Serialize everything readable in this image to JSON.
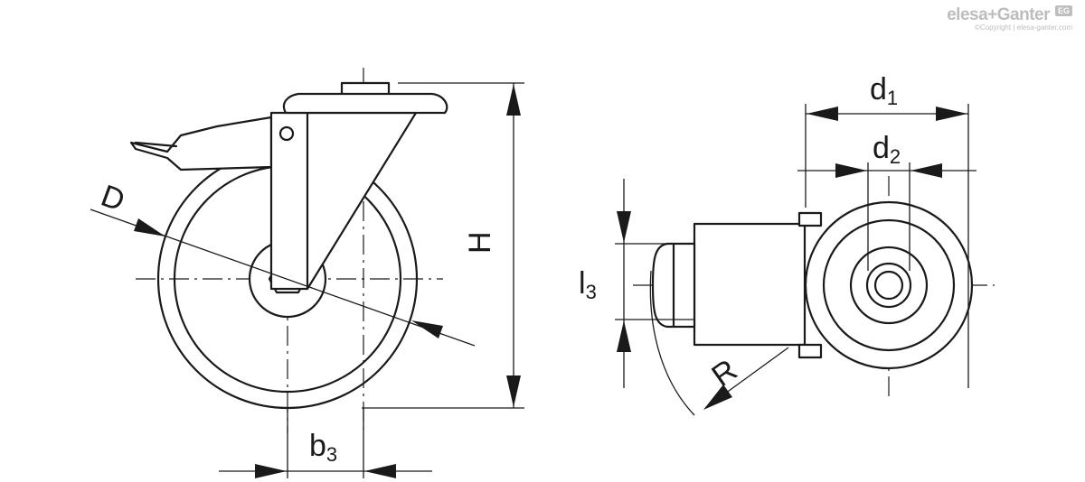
{
  "brand": {
    "name": "elesa+Ganter",
    "badge": "EG",
    "copyright": "©Copyright | elesa-ganter.com"
  },
  "dimensions": {
    "D": "D",
    "H": "H",
    "b": "b",
    "b_sub": "3",
    "d1": "d",
    "d1_sub": "1",
    "d2": "d",
    "d2_sub": "2",
    "l": "l",
    "l_sub": "3",
    "R": "R"
  }
}
